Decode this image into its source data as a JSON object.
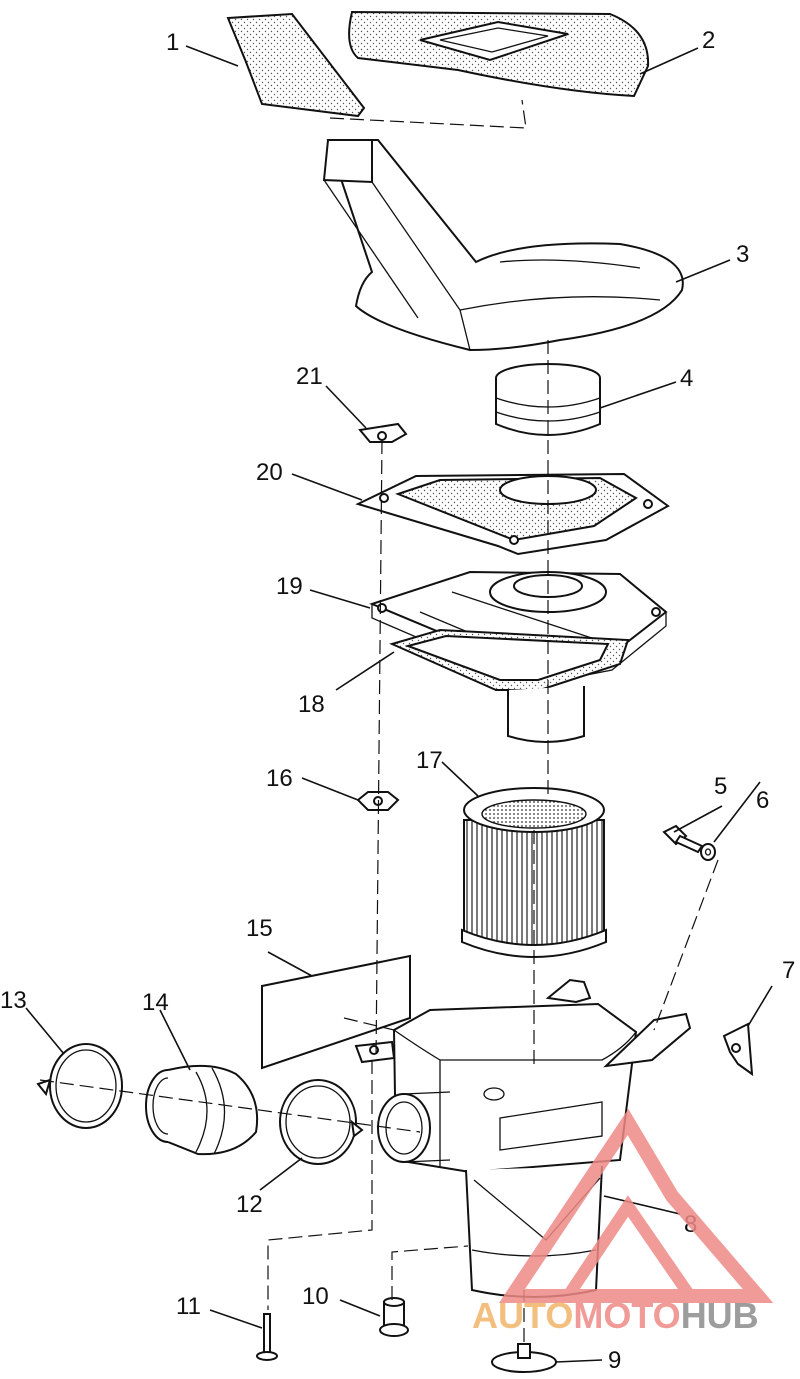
{
  "diagram": {
    "callouts": {
      "c1": "1",
      "c2": "2",
      "c3": "3",
      "c4": "4",
      "c5": "5",
      "c6": "6",
      "c7": "7",
      "c8": "8",
      "c9": "9",
      "c10": "10",
      "c11": "11",
      "c12": "12",
      "c13": "13",
      "c14": "14",
      "c15": "15",
      "c16": "16",
      "c17": "17",
      "c18": "18",
      "c19": "19",
      "c20": "20",
      "c21": "21"
    }
  },
  "watermark": {
    "part1": "AUTO",
    "part2": "MOTO",
    "part3": "HUB",
    "colors": {
      "orange": "#f2b469",
      "red": "#ee8a86",
      "grey": "#8c8c8c"
    }
  }
}
